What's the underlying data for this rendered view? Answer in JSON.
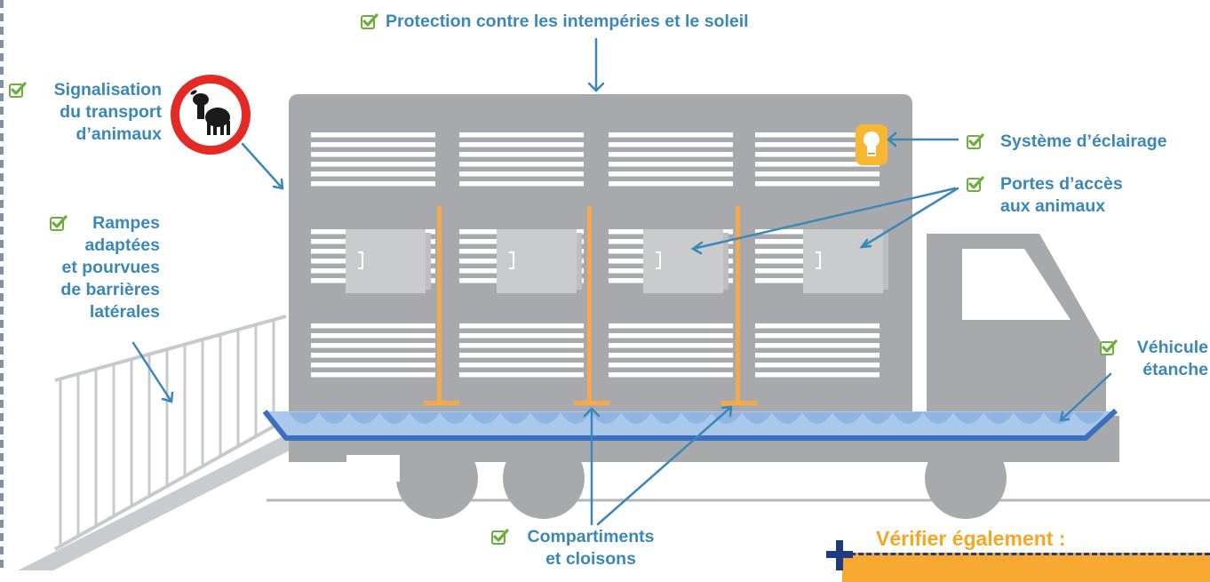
{
  "labels": {
    "protection": "Protection contre les intempéries et le soleil",
    "signalisation": [
      "Signalisation",
      "du transport",
      "d’animaux"
    ],
    "eclairage": "Système d’éclairage",
    "portes": [
      "Portes d’accès",
      "aux animaux"
    ],
    "rampes": [
      "Rampes",
      "adaptées",
      "et pourvues",
      "de barrières",
      "latérales"
    ],
    "vehicule": [
      "Véhicule",
      "étanche"
    ],
    "compartiments": [
      "Compartiments",
      "et cloisons"
    ]
  },
  "callout": {
    "title": "Vérifier également :"
  },
  "icons": {
    "check": "checkbox-check-icon",
    "sign": "no-animal-transport-sign-icon",
    "bulb": "light-bulb-icon",
    "plus": "plus-icon"
  },
  "colors": {
    "label_text": "#3b87b8",
    "truck_body": "#a7a9ac",
    "partition": "#f5a94a",
    "water": "#a9c8ec",
    "waterline": "#3d6fbf",
    "callout": "#f7a830",
    "sign_ring": "#e42a24"
  }
}
